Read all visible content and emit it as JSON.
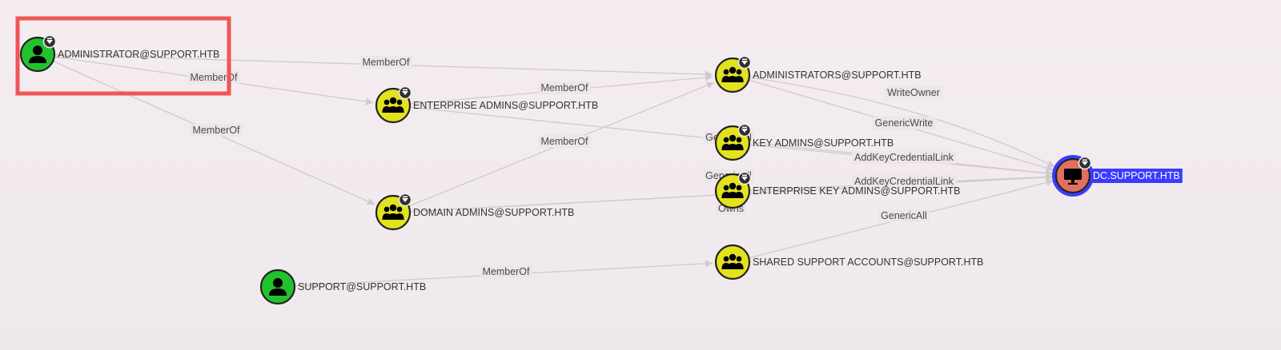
{
  "colors": {
    "user": "#22c22e",
    "group": "#e2e21f",
    "computer": "#e07060",
    "selection": "#3b3bff",
    "highlight": "#f05555",
    "edge": "#cfcacd"
  },
  "nodes": [
    {
      "id": "admin",
      "label": "ADMINISTRATOR@SUPPORT.HTB",
      "kind": "user",
      "icon": "user-icon",
      "badge": true
    },
    {
      "id": "admins",
      "label": "ADMINISTRATORS@SUPPORT.HTB",
      "kind": "group",
      "icon": "group-icon",
      "badge": true
    },
    {
      "id": "ent",
      "label": "ENTERPRISE ADMINS@SUPPORT.HTB",
      "kind": "group",
      "icon": "group-icon",
      "badge": true
    },
    {
      "id": "key",
      "label": "KEY ADMINS@SUPPORT.HTB",
      "kind": "group",
      "icon": "group-icon",
      "badge": true
    },
    {
      "id": "entkey",
      "label": "ENTERPRISE KEY ADMINS@SUPPORT.HTB",
      "kind": "group",
      "icon": "group-icon",
      "badge": true
    },
    {
      "id": "domadm",
      "label": "DOMAIN ADMINS@SUPPORT.HTB",
      "kind": "group",
      "icon": "group-icon",
      "badge": true
    },
    {
      "id": "shared",
      "label": "SHARED SUPPORT ACCOUNTS@SUPPORT.HTB",
      "kind": "group",
      "icon": "group-icon",
      "badge": false
    },
    {
      "id": "support",
      "label": "SUPPORT@SUPPORT.HTB",
      "kind": "user",
      "icon": "user-icon",
      "badge": false
    },
    {
      "id": "dc",
      "label": "DC.SUPPORT.HTB",
      "kind": "computer",
      "icon": "computer-icon",
      "badge": true,
      "selected": true
    }
  ],
  "edges": [
    {
      "from": "admin",
      "to": "admins",
      "label": "MemberOf"
    },
    {
      "from": "admin",
      "to": "ent",
      "label": "MemberOf"
    },
    {
      "from": "admin",
      "to": "domadm",
      "label": "MemberOf"
    },
    {
      "from": "ent",
      "to": "admins",
      "label": "MemberOf"
    },
    {
      "from": "domadm",
      "to": "admins",
      "label": "MemberOf"
    },
    {
      "from": "support",
      "to": "shared",
      "label": "MemberOf"
    },
    {
      "from": "admins",
      "to": "dc",
      "label": "WriteOwner"
    },
    {
      "from": "admins",
      "to": "dc",
      "label": "GenericWrite"
    },
    {
      "from": "ent",
      "to": "dc",
      "label": "GenericAll"
    },
    {
      "from": "key",
      "to": "dc",
      "label": "AddKeyCredentialLink"
    },
    {
      "from": "entkey",
      "to": "dc",
      "label": "AddKeyCredentialLink"
    },
    {
      "from": "domadm",
      "to": "dc",
      "label": "GenericAll"
    },
    {
      "from": "domadm",
      "to": "dc",
      "label": "Owns"
    },
    {
      "from": "shared",
      "to": "dc",
      "label": "GenericAll"
    }
  ]
}
